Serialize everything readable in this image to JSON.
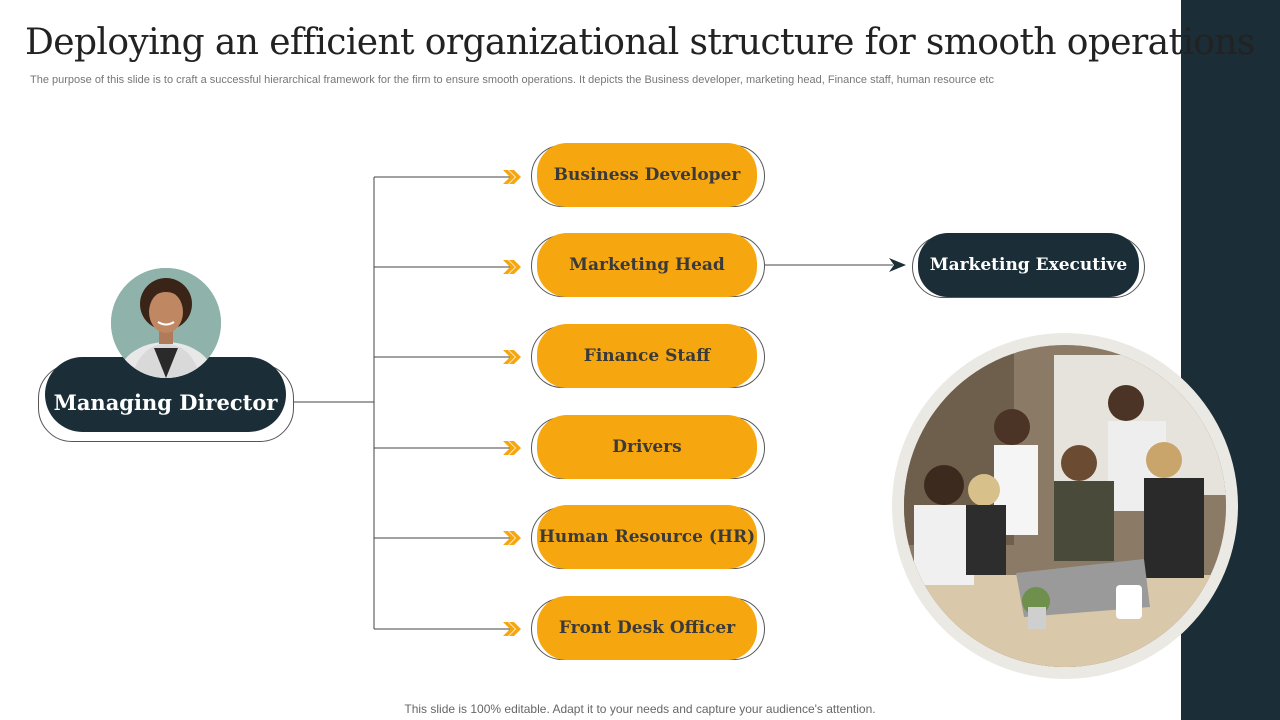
{
  "title": "Deploying an efficient organizational structure for smooth operations",
  "subtitle": "The purpose of this slide is to craft a successful hierarchical framework for the firm to ensure smooth operations. It depicts the Business developer, marketing head, Finance staff, human resource etc",
  "footer": "This slide is 100% editable. Adapt it to your needs and capture your audience's attention.",
  "root": {
    "label": "Managing Director"
  },
  "roles": [
    {
      "label": "Business Developer"
    },
    {
      "label": "Marketing Head"
    },
    {
      "label": "Finance Staff"
    },
    {
      "label": "Drivers"
    },
    {
      "label": "Human Resource (HR)"
    },
    {
      "label": "Front Desk Officer"
    }
  ],
  "sub_role": {
    "label": "Marketing Executive"
  },
  "colors": {
    "accent": "#f6a70f",
    "dark": "#1b2d36"
  }
}
